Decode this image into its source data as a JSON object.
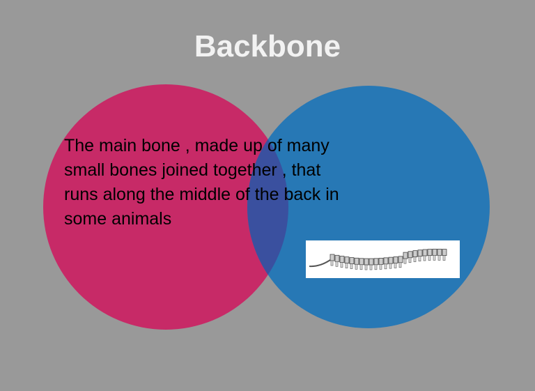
{
  "slide": {
    "title": "Backbone",
    "description": "The main bone , made up of many small bones joined together , that runs along the middle of the back in some animals",
    "image_subject": "spine-illustration"
  },
  "colors": {
    "background": "#999999",
    "left_circle": "#c72a67",
    "right_circle": "#2778b5",
    "overlap": "#3a509f"
  }
}
